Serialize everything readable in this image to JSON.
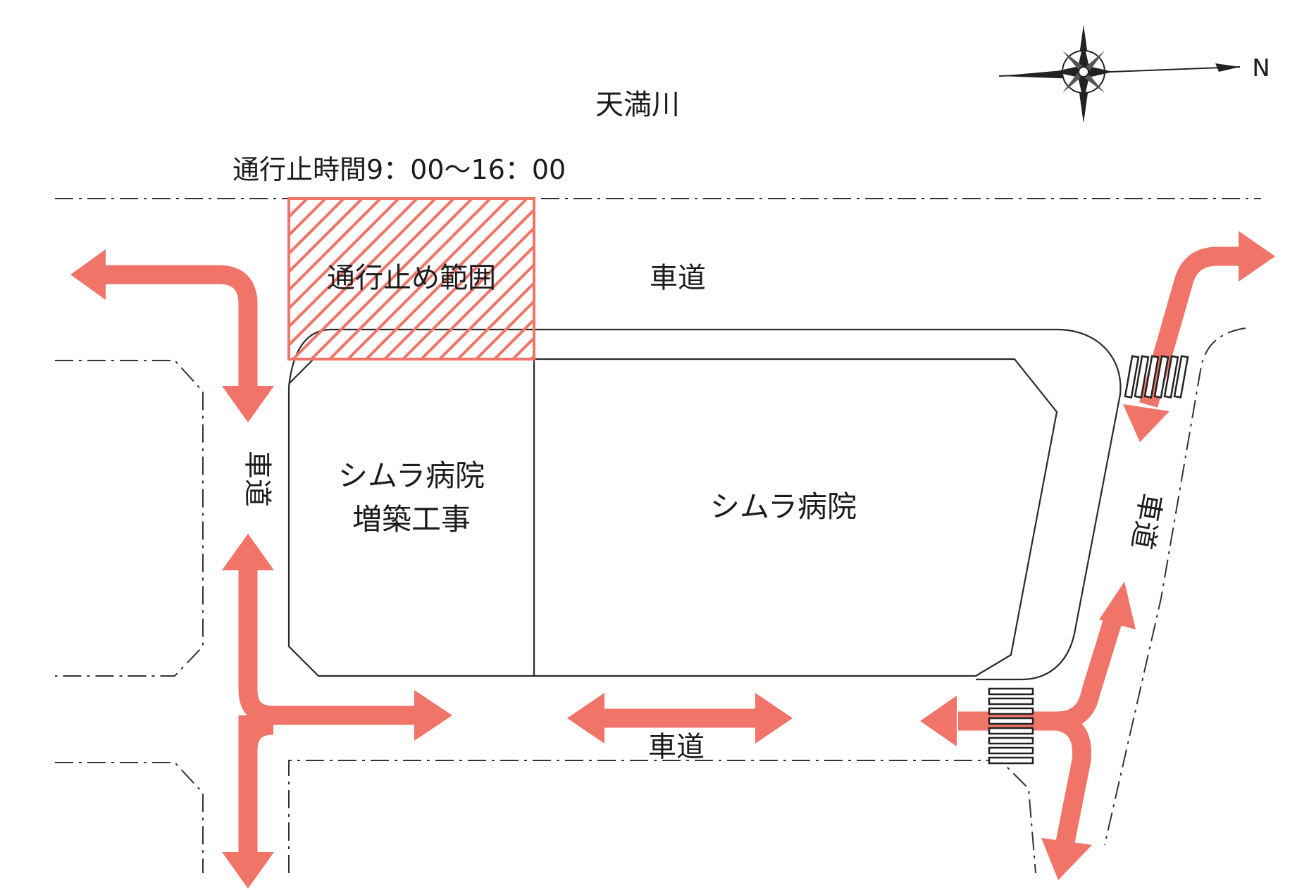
{
  "labels": {
    "river": "天満川",
    "closure_time": "通行止時間9：00～16：00",
    "closure_area": "通行止め範囲",
    "road_top": "車道",
    "road_left": "車道",
    "road_right": "車道",
    "road_bottom": "車道",
    "annex_line1": "シムラ病院",
    "annex_line2": "増築工事",
    "hospital": "シムラ病院",
    "north": "N"
  },
  "colors": {
    "arrow": "#f07468",
    "hatch": "#f07468",
    "lines": "#2a2a2a"
  }
}
